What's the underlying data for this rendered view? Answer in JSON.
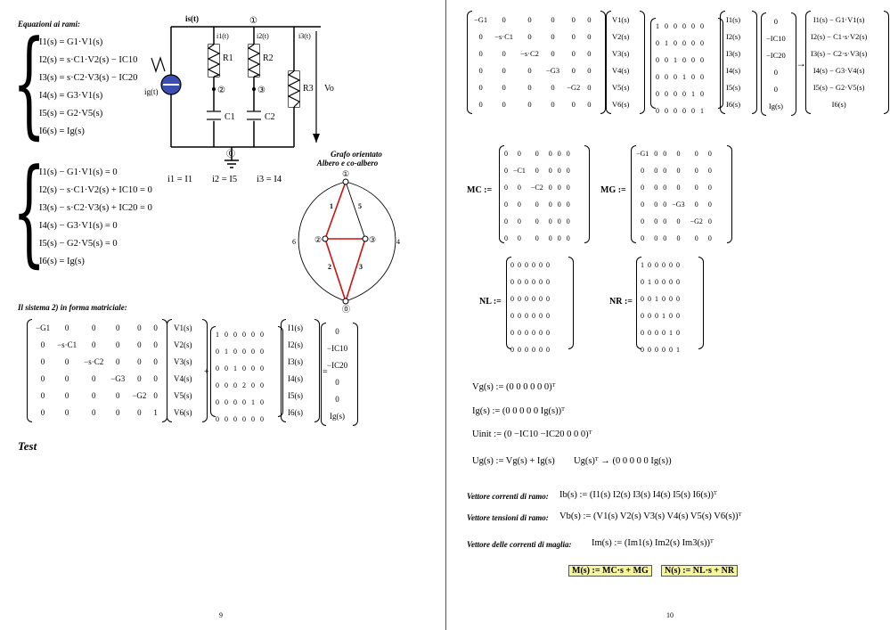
{
  "left": {
    "heading": "Equazioni ai rami:",
    "eqs1": [
      "I1(s) = G1·V1(s)",
      "I2(s) = s·C1·V2(s) − IC10",
      "I3(s) = s·C2·V3(s) − IC20",
      "I4(s) = G3·V1(s)",
      "I5(s) = G2·V5(s)",
      "I6(s) = Ig(s)"
    ],
    "eqs2": [
      "I1(s) − G1·V1(s) = 0",
      "I2(s) − s·C1·V2(s) + IC10 = 0",
      "I3(s) − s·C2·V3(s) + IC20 = 0",
      "I4(s) − G3·V1(s) = 0",
      "I5(s) − G2·V5(s) = 0",
      "I6(s) = Ig(s)"
    ],
    "rel1": "i1 = I1",
    "rel2": "i2 = I5",
    "rel3": "i3 = I4",
    "circuit": {
      "is": "is(t)",
      "ig": "ig(t)",
      "i1": "i1(t)",
      "i2": "i2(t)",
      "i3": "i3(t)",
      "R1": "R1",
      "R2": "R2",
      "R3": "R3",
      "C1": "C1",
      "C2": "C2",
      "vo": "Vo",
      "n1": "①",
      "n2": "②",
      "n3": "③",
      "n0": "⓪"
    },
    "graph": {
      "title1": "Grafo orientato",
      "title2": "Albero e co-albero",
      "n1": "①",
      "n2": "②",
      "n3": "③",
      "n0": "⓪",
      "e1": "1",
      "e2": "2",
      "e3": "3",
      "e4": "4",
      "e5": "5",
      "e6": "6"
    },
    "sys_heading": "Il sistema 2) in forma matriciale:",
    "matA": [
      [
        "−G1",
        "0",
        "0",
        "0",
        "0",
        "0"
      ],
      [
        "0",
        "−s·C1",
        "0",
        "0",
        "0",
        "0"
      ],
      [
        "0",
        "0",
        "−s·C2",
        "0",
        "0",
        "0"
      ],
      [
        "0",
        "0",
        "0",
        "−G3",
        "0",
        "0"
      ],
      [
        "0",
        "0",
        "0",
        "0",
        "−G2",
        "0"
      ],
      [
        "0",
        "0",
        "0",
        "0",
        "0",
        "1"
      ]
    ],
    "vecV": [
      "V1(s)",
      "V2(s)",
      "V3(s)",
      "V4(s)",
      "V5(s)",
      "V6(s)"
    ],
    "matB": [
      [
        "1",
        "0",
        "0",
        "0",
        "0",
        "0"
      ],
      [
        "0",
        "1",
        "0",
        "0",
        "0",
        "0"
      ],
      [
        "0",
        "0",
        "1",
        "0",
        "0",
        "0"
      ],
      [
        "0",
        "0",
        "0",
        "2",
        "0",
        "0"
      ],
      [
        "0",
        "0",
        "0",
        "0",
        "1",
        "0"
      ],
      [
        "0",
        "0",
        "0",
        "0",
        "0",
        "0"
      ]
    ],
    "vecI": [
      "I1(s)",
      "I2(s)",
      "I3(s)",
      "I4(s)",
      "I5(s)",
      "I6(s)"
    ],
    "vecR": [
      "0",
      "−IC10",
      "−IC20",
      "0",
      "0",
      "Ig(s)"
    ],
    "plus": "+",
    "dot": "·",
    "equals": "=",
    "test": "Test",
    "page_number": "9"
  },
  "right": {
    "matA": [
      [
        "−G1",
        "0",
        "0",
        "0",
        "0",
        "0"
      ],
      [
        "0",
        "−s·C1",
        "0",
        "0",
        "0",
        "0"
      ],
      [
        "0",
        "0",
        "−s·C2",
        "0",
        "0",
        "0"
      ],
      [
        "0",
        "0",
        "0",
        "−G3",
        "0",
        "0"
      ],
      [
        "0",
        "0",
        "0",
        "0",
        "−G2",
        "0"
      ],
      [
        "0",
        "0",
        "0",
        "0",
        "0",
        "0"
      ]
    ],
    "vecV": [
      "V1(s)",
      "V2(s)",
      "V3(s)",
      "V4(s)",
      "V5(s)",
      "V6(s)"
    ],
    "matB": [
      [
        "1",
        "0",
        "0",
        "0",
        "0",
        "0"
      ],
      [
        "0",
        "1",
        "0",
        "0",
        "0",
        "0"
      ],
      [
        "0",
        "0",
        "1",
        "0",
        "0",
        "0"
      ],
      [
        "0",
        "0",
        "0",
        "1",
        "0",
        "0"
      ],
      [
        "0",
        "0",
        "0",
        "0",
        "1",
        "0"
      ],
      [
        "0",
        "0",
        "0",
        "0",
        "0",
        "1"
      ]
    ],
    "vecI": [
      "I1(s)",
      "I2(s)",
      "I3(s)",
      "I4(s)",
      "I5(s)",
      "I6(s)"
    ],
    "vecR": [
      "0",
      "−IC10",
      "−IC20",
      "0",
      "0",
      "Ig(s)"
    ],
    "result": [
      "I1(s) − G1·V1(s)",
      "I2(s) − C1·s·V2(s)",
      "I3(s) − C2·s·V3(s)",
      "I4(s) − G3·V4(s)",
      "I5(s) − G2·V5(s)",
      "I6(s)"
    ],
    "arrow": "→",
    "MC_label": "MC :=",
    "MC": [
      [
        "0",
        "0",
        "0",
        "0",
        "0",
        "0"
      ],
      [
        "0",
        "−C1",
        "0",
        "0",
        "0",
        "0"
      ],
      [
        "0",
        "0",
        "−C2",
        "0",
        "0",
        "0"
      ],
      [
        "0",
        "0",
        "0",
        "0",
        "0",
        "0"
      ],
      [
        "0",
        "0",
        "0",
        "0",
        "0",
        "0"
      ],
      [
        "0",
        "0",
        "0",
        "0",
        "0",
        "0"
      ]
    ],
    "MG_label": "MG :=",
    "MG": [
      [
        "−G1",
        "0",
        "0",
        "0",
        "0",
        "0"
      ],
      [
        "0",
        "0",
        "0",
        "0",
        "0",
        "0"
      ],
      [
        "0",
        "0",
        "0",
        "0",
        "0",
        "0"
      ],
      [
        "0",
        "0",
        "0",
        "−G3",
        "0",
        "0"
      ],
      [
        "0",
        "0",
        "0",
        "0",
        "−G2",
        "0"
      ],
      [
        "0",
        "0",
        "0",
        "0",
        "0",
        "0"
      ]
    ],
    "NL_label": "NL :=",
    "NL": [
      [
        "0",
        "0",
        "0",
        "0",
        "0",
        "0"
      ],
      [
        "0",
        "0",
        "0",
        "0",
        "0",
        "0"
      ],
      [
        "0",
        "0",
        "0",
        "0",
        "0",
        "0"
      ],
      [
        "0",
        "0",
        "0",
        "0",
        "0",
        "0"
      ],
      [
        "0",
        "0",
        "0",
        "0",
        "0",
        "0"
      ],
      [
        "0",
        "0",
        "0",
        "0",
        "0",
        "0"
      ]
    ],
    "NR_label": "NR :=",
    "NR": [
      [
        "1",
        "0",
        "0",
        "0",
        "0",
        "0"
      ],
      [
        "0",
        "1",
        "0",
        "0",
        "0",
        "0"
      ],
      [
        "0",
        "0",
        "1",
        "0",
        "0",
        "0"
      ],
      [
        "0",
        "0",
        "0",
        "1",
        "0",
        "0"
      ],
      [
        "0",
        "0",
        "0",
        "0",
        "1",
        "0"
      ],
      [
        "0",
        "0",
        "0",
        "0",
        "0",
        "1"
      ]
    ],
    "Vg": "Vg(s) := (0  0  0  0  0  0)ᵀ",
    "Ig": "Ig(s) := (0  0  0  0  0  Ig(s))ᵀ",
    "Uinit": "Uinit := (0  −IC10  −IC20  0  0  0)ᵀ",
    "Ug": "Ug(s) := Vg(s) + Ig(s)",
    "UgT": "Ug(s)ᵀ → (0  0  0  0  0  Ig(s))",
    "Ib_label": "Vettore correnti di ramo:",
    "Ib": "Ib(s) := (I1(s)  I2(s)  I3(s)  I4(s)  I5(s)  I6(s))ᵀ",
    "Vb_label": "Vettore tensioni di ramo:",
    "Vb": "Vb(s) := (V1(s)  V2(s)  V3(s)  V4(s)  V5(s)  V6(s))ᵀ",
    "Im_label": "Vettore delle correnti di maglia:",
    "Im": "Im(s) := (Im1(s)  Im2(s)  Im3(s))ᵀ",
    "M_def": "M(s) := MC·s + MG",
    "N_def": "N(s) := NL·s + NR",
    "page_number": "10"
  }
}
